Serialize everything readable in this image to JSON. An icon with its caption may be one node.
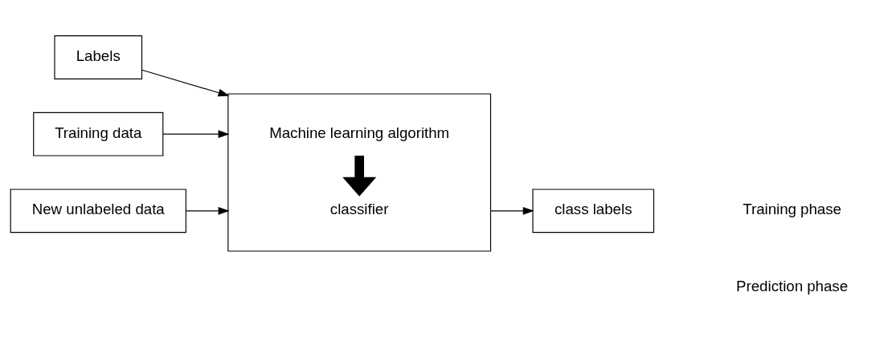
{
  "diagram": {
    "nodes": [
      {
        "text": [
          "Labels"
        ]
      },
      {
        "text": [
          "Training data"
        ]
      },
      {
        "text": [],
        "shape": "box"
      },
      {
        "text": [
          "Machine learning algorithm"
        ],
        "in": 2
      },
      {
        "text": [
          "classifier"
        ],
        "in": 2
      },
      {
        "text": [
          "New unlabeled data"
        ]
      },
      {
        "text": [
          "class labels"
        ]
      }
    ],
    "edges": [
      {
        "from": 0,
        "to": 2,
        "arrow": "to"
      },
      {
        "from": 1,
        "to": 2,
        "arrow": "to"
      },
      {
        "from": 3,
        "to": 4,
        "arrow": "to",
        "style": "thick"
      },
      {
        "from": 5,
        "to": 2,
        "arrow": "to"
      },
      {
        "from": 2,
        "to": 6,
        "arrow": "to"
      }
    ],
    "labels": [
      "Training phase",
      "Prediction phase"
    ]
  }
}
